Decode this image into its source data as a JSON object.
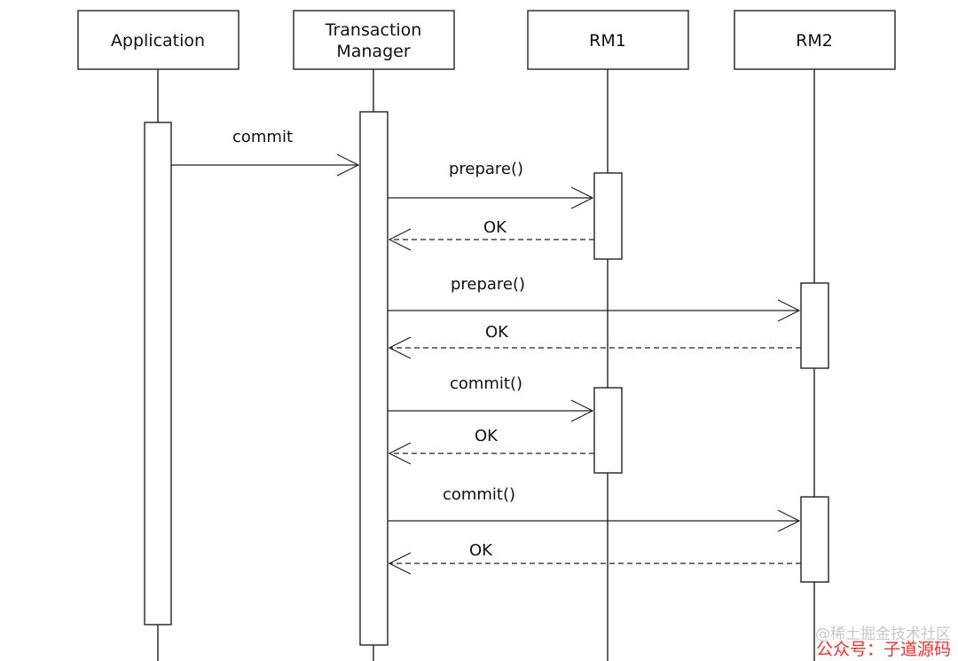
{
  "participants": [
    {
      "id": "application",
      "lines": [
        "Application"
      ]
    },
    {
      "id": "transaction-manager",
      "lines": [
        "Transaction",
        "Manager"
      ]
    },
    {
      "id": "rm1",
      "lines": [
        "RM1"
      ]
    },
    {
      "id": "rm2",
      "lines": [
        "RM2"
      ]
    }
  ],
  "messages": [
    {
      "id": "msg-commit",
      "label": "commit",
      "from": "application",
      "to": "transaction-manager",
      "style": "solid"
    },
    {
      "id": "msg-prepare-rm1",
      "label": "prepare()",
      "from": "transaction-manager",
      "to": "rm1",
      "style": "solid"
    },
    {
      "id": "msg-ok-rm1-prepare",
      "label": "OK",
      "from": "rm1",
      "to": "transaction-manager",
      "style": "dashed"
    },
    {
      "id": "msg-prepare-rm2",
      "label": "prepare()",
      "from": "transaction-manager",
      "to": "rm2",
      "style": "solid"
    },
    {
      "id": "msg-ok-rm2-prepare",
      "label": "OK",
      "from": "rm2",
      "to": "transaction-manager",
      "style": "dashed"
    },
    {
      "id": "msg-commit-rm1",
      "label": "commit()",
      "from": "transaction-manager",
      "to": "rm1",
      "style": "solid"
    },
    {
      "id": "msg-ok-rm1-commit",
      "label": "OK",
      "from": "rm1",
      "to": "transaction-manager",
      "style": "dashed"
    },
    {
      "id": "msg-commit-rm2",
      "label": "commit()",
      "from": "transaction-manager",
      "to": "rm2",
      "style": "solid"
    },
    {
      "id": "msg-ok-rm2-commit",
      "label": "OK",
      "from": "rm2",
      "to": "transaction-manager",
      "style": "dashed"
    }
  ],
  "watermark": {
    "site": "@稀土掘金技术社区",
    "account": "公众号：子道源码"
  },
  "colors": {
    "line": "#222222",
    "watermark_site": "#c8c8c8",
    "watermark_account": "#ff2a2a"
  }
}
